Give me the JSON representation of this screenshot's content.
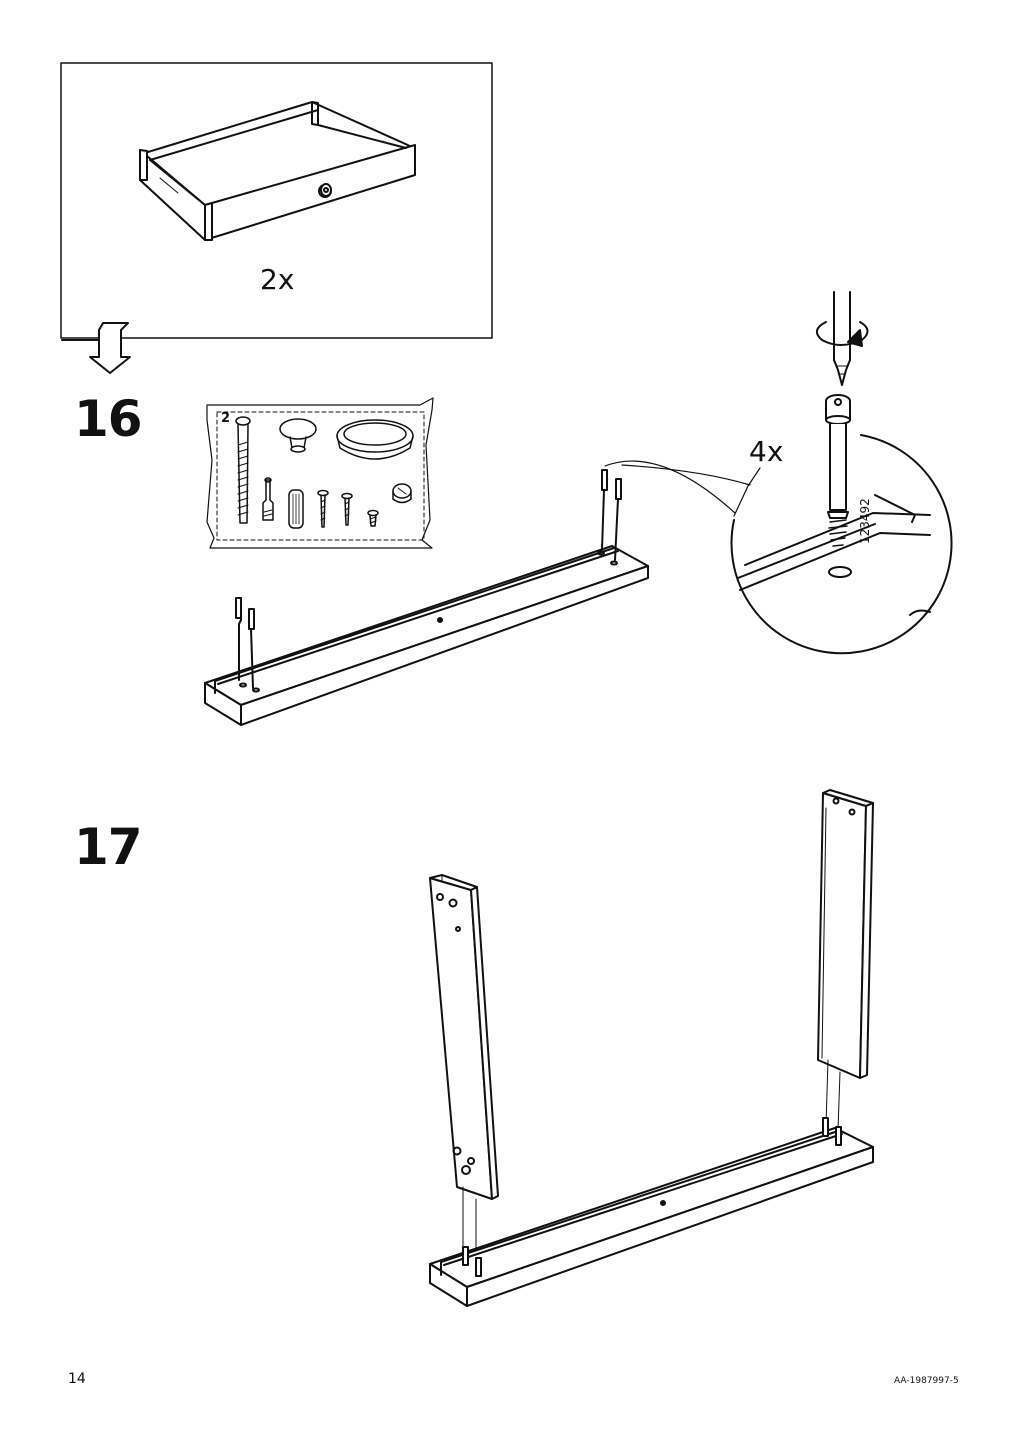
{
  "callout": {
    "quantity": "2x"
  },
  "step16": {
    "number": "16",
    "hardware_pack": {
      "count": "2"
    },
    "detail": {
      "quantity": "4x",
      "part_number": "123492"
    }
  },
  "step17": {
    "number": "17"
  },
  "footer": {
    "page_number": "14",
    "document_code": "AA-1987997-5"
  }
}
